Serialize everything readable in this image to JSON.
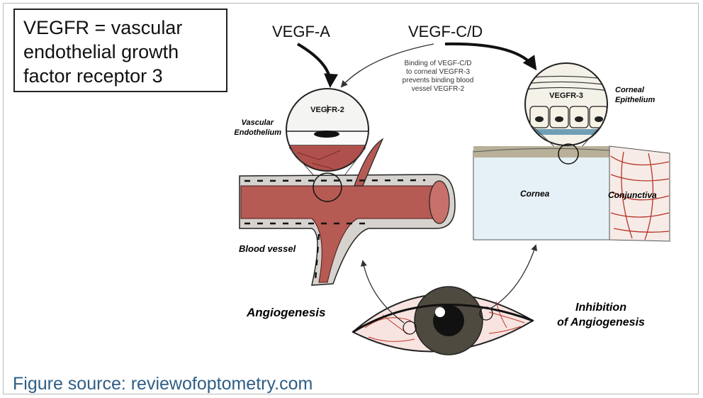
{
  "definition_box": {
    "text": "VEGFR = vascular endothelial growth factor receptor 3"
  },
  "figure_source": "Figure source: reviewofoptometry.com",
  "diagram": {
    "vegf_a": "VEGF-A",
    "vegf_cd": "VEGF-C/D",
    "binding_note": [
      "Binding of VEGF-C/D",
      "to corneal VEGFR-3",
      "prevents binding blood",
      "vessel VEGFR-2"
    ],
    "vegfr2": "VEGFR-2",
    "vegfr3": "VEGFR-3",
    "vascular_endothelium": [
      "Vascular",
      "Endothelium"
    ],
    "corneal_epithelium": [
      "Corneal",
      "Epithelium"
    ],
    "cornea": "Cornea",
    "conjunctiva": "Conjunctiva",
    "blood_vessel": "Blood vessel",
    "angiogenesis": "Angiogenesis",
    "inhibition": [
      "Inhibition",
      "of Angiogenesis"
    ]
  },
  "colors": {
    "source_text": "#2e5e86",
    "vessel_lumen": "#b55a55",
    "vessel_wall": "#d8d4d0",
    "cornea": "#e6f1f7",
    "conjunctiva_vessels": "#b83228"
  }
}
